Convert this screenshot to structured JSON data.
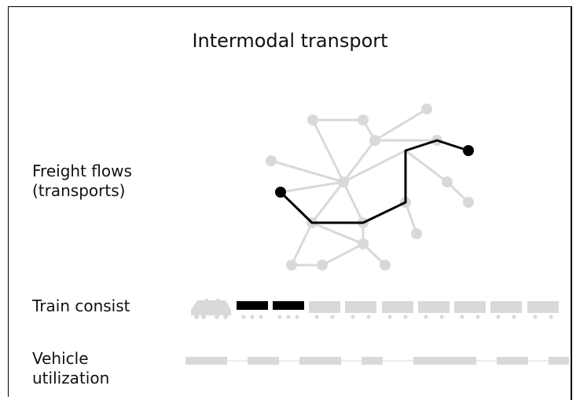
{
  "title": "Intermodal transport",
  "labels": {
    "freight_flows": "Freight flows\n(transports)",
    "train_consist": "Train consist",
    "vehicle_utilization": "Vehicle\nutilization"
  },
  "colors": {
    "network": "#d9d9d9",
    "highlight": "#000000",
    "frame": "#000000"
  },
  "train_consist": {
    "locomotive_icon": "locomotive-icon",
    "wagons": [
      "highlighted",
      "highlighted",
      "empty",
      "empty",
      "empty",
      "empty",
      "empty",
      "empty",
      "empty"
    ]
  }
}
